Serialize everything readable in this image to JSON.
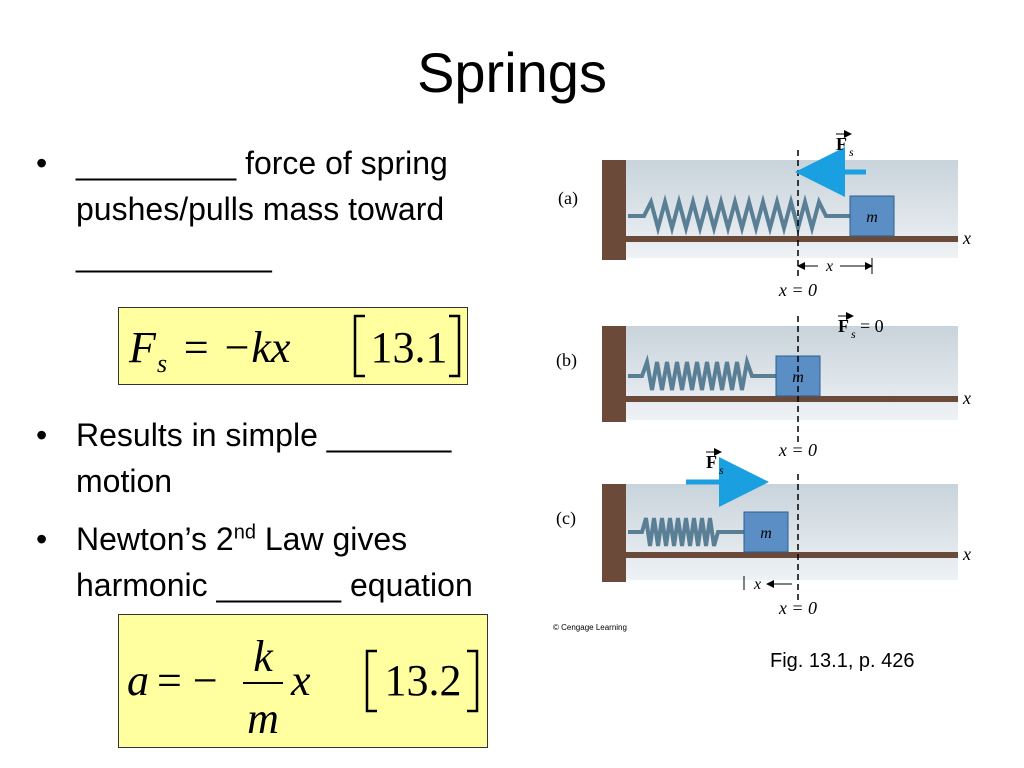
{
  "slide": {
    "title": "Springs",
    "bullet_marker": "•",
    "bullets": [
      {
        "line1": "_________ force of spring",
        "line2": "pushes/pulls mass toward",
        "line3": "___________"
      },
      {
        "line1": "Results in simple _______",
        "line2": "motion"
      },
      {
        "pre": "Newton’s 2",
        "sup": "nd",
        "post": " Law gives",
        "line2": "harmonic _______ equation"
      }
    ],
    "equation1": {
      "lhs": "F",
      "sub": "s",
      "rhs": "= −kx",
      "label": "13.1"
    },
    "equation2": {
      "lhs": "a",
      "minus": "= −",
      "num": "k",
      "den": "m",
      "var": "x",
      "label": "13.2"
    },
    "figure": {
      "credit": "© Cengage Learning",
      "caption": "Fig. 13.1, p. 426",
      "panels": [
        {
          "label": "(a)",
          "mass": "m",
          "axis": "x",
          "origin": "x = 0",
          "force": "F",
          "force_sub": "s",
          "disp": "x"
        },
        {
          "label": "(b)",
          "mass": "m",
          "axis": "x",
          "origin": "x = 0",
          "force": "F",
          "force_sub": "s",
          "force_value": "= 0"
        },
        {
          "label": "(c)",
          "mass": "m",
          "axis": "x",
          "origin": "x = 0",
          "force": "F",
          "force_sub": "s",
          "disp": "x"
        }
      ]
    },
    "colors": {
      "equation_bg": "#ffffa0",
      "arrow": "#1aa0e0",
      "mass": "#5b8ec4",
      "spring": "#5a7f95"
    }
  }
}
